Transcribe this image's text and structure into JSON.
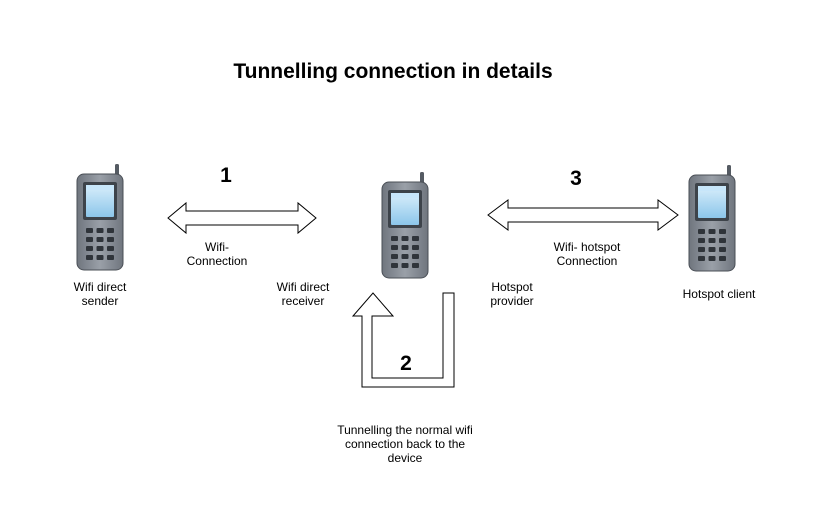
{
  "title": "Tunnelling connection in details",
  "steps": [
    "1",
    "2",
    "3"
  ],
  "labels": {
    "wifi_direct_sender": [
      "Wifi direct",
      "sender"
    ],
    "wifi_connection": [
      "Wifi-",
      "Connection"
    ],
    "wifi_direct_receiver": [
      "Wifi direct",
      "receiver"
    ],
    "hotspot_provider": [
      "Hotspot",
      "provider"
    ],
    "wifi_hotspot_connection": [
      "Wifi- hotspot",
      "Connection"
    ],
    "hotspot_client": "Hotspot client",
    "tunnelling": [
      "Tunnelling the normal wifi",
      "connection back to the",
      "device"
    ]
  },
  "colors": {
    "phone_body": "#8a9099",
    "phone_screen": "#a9d6f2",
    "phone_keys": "#2f343a",
    "arrow_fill": "#ffffff",
    "stroke": "#000000"
  },
  "icons": [
    "mobile-phone-icon",
    "bidirectional-arrow-icon",
    "u-turn-arrow-icon"
  ]
}
